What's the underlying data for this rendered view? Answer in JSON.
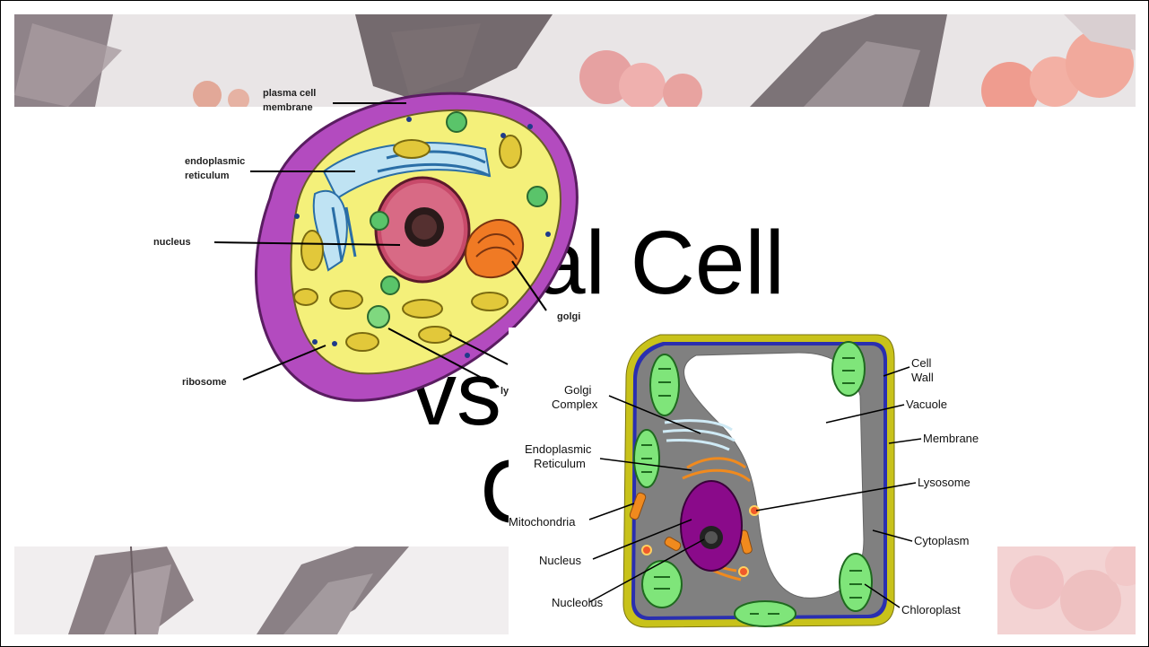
{
  "slide": {
    "title_line1": "al Cell",
    "title_line2": "vs",
    "title_line3": "C"
  },
  "animal_cell": {
    "labels": {
      "plasma_membrane_1": "plasma cell",
      "plasma_membrane_2": "membrane",
      "er_1": "endoplasmic",
      "er_2": "reticulum",
      "nucleus": "nucleus",
      "golgi": "golgi",
      "ribosome": "ribosome",
      "lysosome_partial": "ly"
    }
  },
  "plant_cell": {
    "labels": {
      "golgi_1": "Golgi",
      "golgi_2": "Complex",
      "er_1": "Endoplasmic",
      "er_2": "Reticulum",
      "mitochondria": "Mitochondria",
      "nucleus": "Nucleus",
      "nucleolus": "Nucleolus",
      "cell_wall_1": "Cell",
      "cell_wall_2": "Wall",
      "vacuole": "Vacuole",
      "membrane": "Membrane",
      "lysosome": "Lysosome",
      "cytoplasm": "Cytoplasm",
      "chloroplast": "Chloroplast"
    },
    "colors": {
      "cell_wall": "#c8c21a",
      "membrane": "#2a2fb0",
      "cytoplasm": "#808080",
      "chloroplast": "#7fe57a",
      "nucleus": "#8a0a8a",
      "organelle_orange": "#f08a1e"
    }
  },
  "colors": {
    "background": "#ffffff",
    "title": "#000000",
    "animal_membrane": "#b34bbf",
    "animal_cytoplasm": "#f4f07a",
    "animal_nucleus": "#c84a6a"
  }
}
